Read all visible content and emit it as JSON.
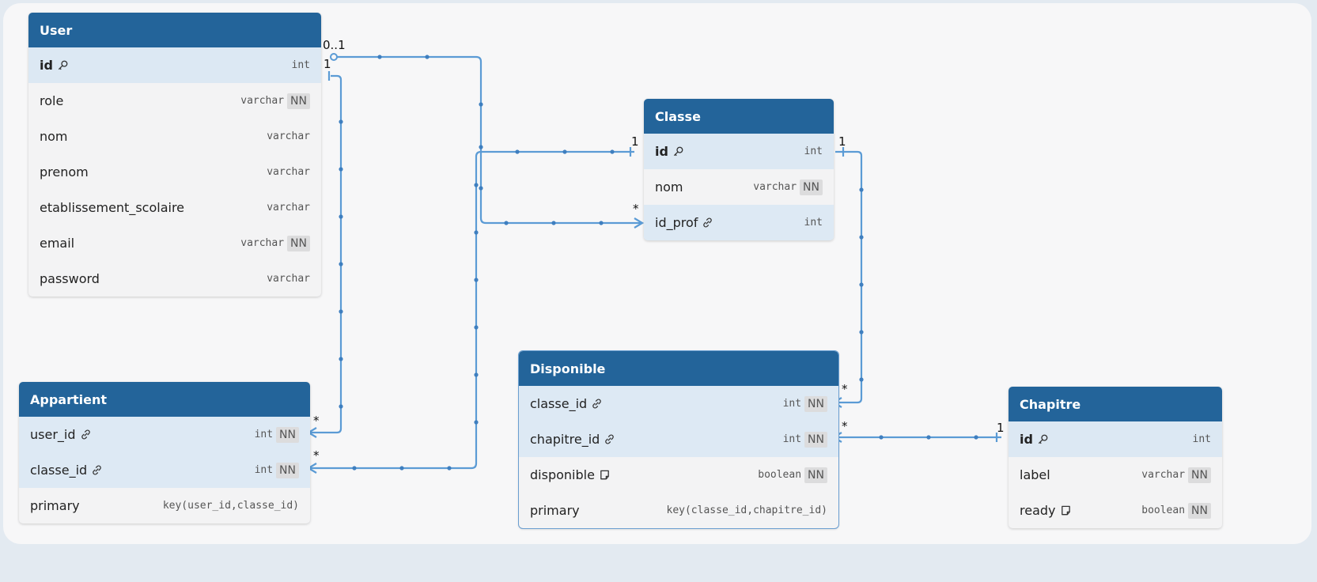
{
  "colors": {
    "header": "#23649a",
    "link": "#5b9bd5",
    "key_row": "#dce8f3"
  },
  "tables": {
    "user": {
      "name": "User",
      "fields": [
        {
          "name": "id",
          "type": "int",
          "nn": "",
          "icon": "key-icon"
        },
        {
          "name": "role",
          "type": "varchar",
          "nn": "NN"
        },
        {
          "name": "nom",
          "type": "varchar",
          "nn": ""
        },
        {
          "name": "prenom",
          "type": "varchar",
          "nn": ""
        },
        {
          "name": "etablissement_scolaire",
          "type": "varchar",
          "nn": ""
        },
        {
          "name": "email",
          "type": "varchar",
          "nn": "NN"
        },
        {
          "name": "password",
          "type": "varchar",
          "nn": ""
        }
      ]
    },
    "classe": {
      "name": "Classe",
      "fields": [
        {
          "name": "id",
          "type": "int",
          "nn": "",
          "icon": "key-icon"
        },
        {
          "name": "nom",
          "type": "varchar",
          "nn": "NN"
        },
        {
          "name": "id_prof",
          "type": "int",
          "nn": "",
          "icon": "link-icon"
        }
      ]
    },
    "appartient": {
      "name": "Appartient",
      "fields": [
        {
          "name": "user_id",
          "type": "int",
          "nn": "NN",
          "icon": "link-icon"
        },
        {
          "name": "classe_id",
          "type": "int",
          "nn": "NN",
          "icon": "link-icon"
        },
        {
          "name": "primary",
          "type": "key(user_id,classe_id)",
          "nn": ""
        }
      ]
    },
    "disponible": {
      "name": "Disponible",
      "fields": [
        {
          "name": "classe_id",
          "type": "int",
          "nn": "NN",
          "icon": "link-icon"
        },
        {
          "name": "chapitre_id",
          "type": "int",
          "nn": "NN",
          "icon": "link-icon"
        },
        {
          "name": "disponible",
          "type": "boolean",
          "nn": "NN",
          "icon": "note-icon"
        },
        {
          "name": "primary",
          "type": "key(classe_id,chapitre_id)",
          "nn": ""
        }
      ]
    },
    "chapitre": {
      "name": "Chapitre",
      "fields": [
        {
          "name": "id",
          "type": "int",
          "nn": "",
          "icon": "key-icon"
        },
        {
          "name": "label",
          "type": "varchar",
          "nn": "NN"
        },
        {
          "name": "ready",
          "type": "boolean",
          "nn": "NN",
          "icon": "note-icon"
        }
      ]
    }
  },
  "cardinality": {
    "user_zero_one": "0..1",
    "user_one": "1",
    "classe_one_left": "1",
    "classe_many": "*",
    "classe_one_right": "1",
    "appartient_user_many": "*",
    "appartient_classe_many": "*",
    "disponible_classe_many": "*",
    "disponible_chapitre_many": "*",
    "chapitre_one": "1"
  }
}
